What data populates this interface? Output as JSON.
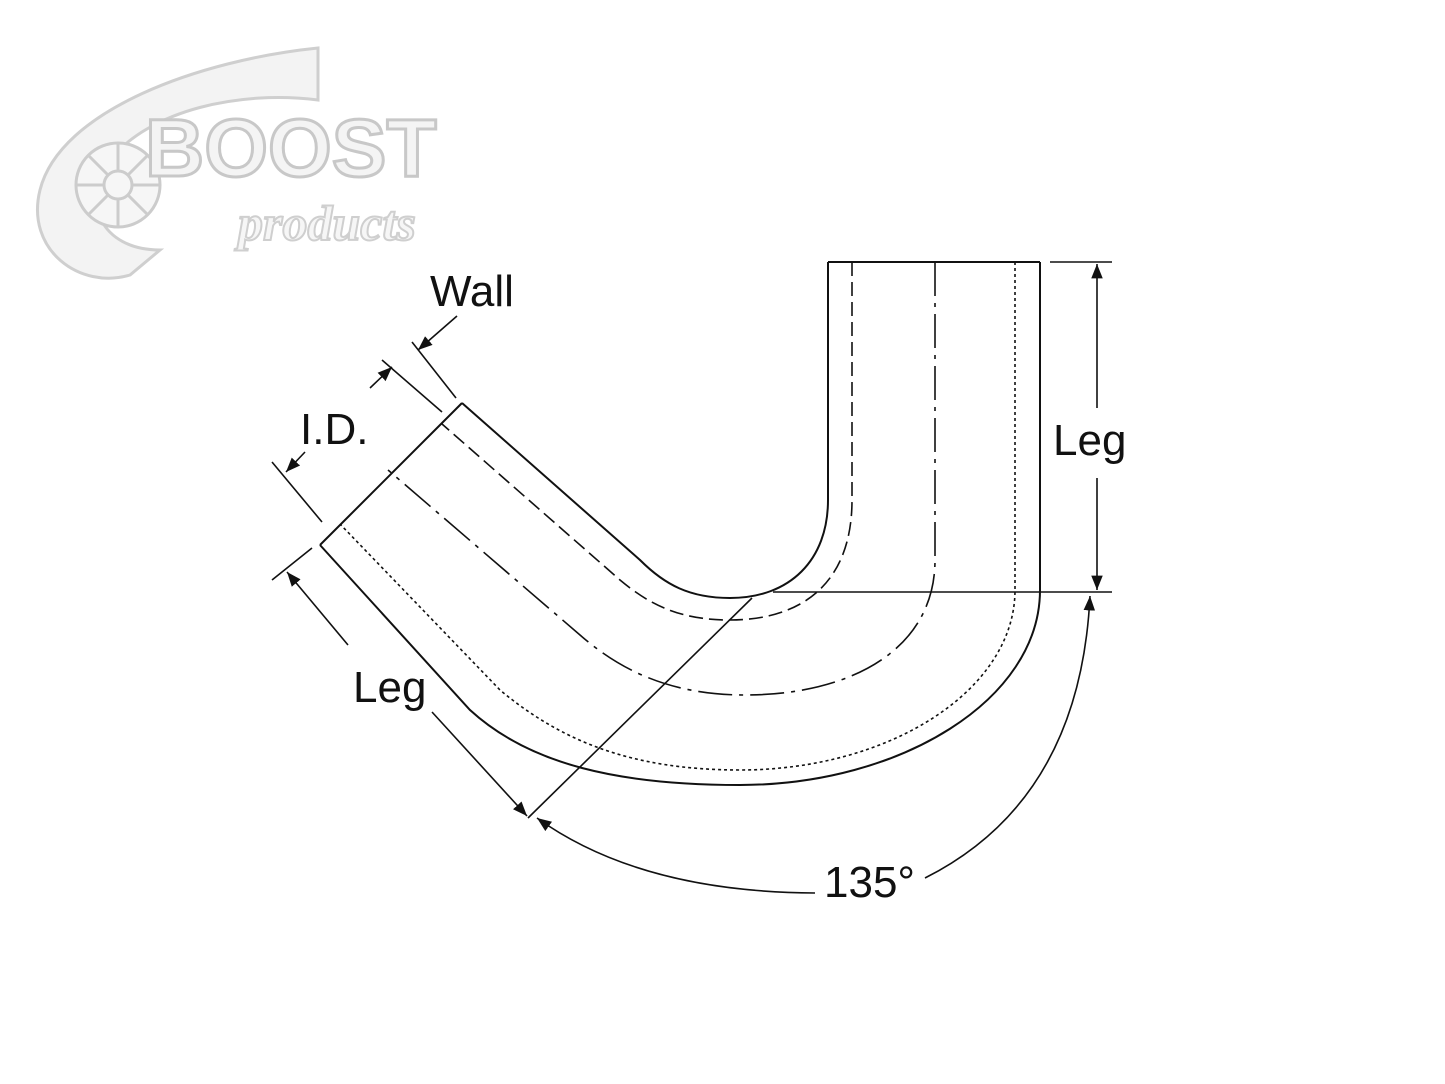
{
  "logo": {
    "line1": "BOOST",
    "line2": "products",
    "color": "#cccccc"
  },
  "labels": {
    "wall": "Wall",
    "inner_diameter": "I.D.",
    "leg_vertical": "Leg",
    "leg_diagonal": "Leg",
    "angle": "135°"
  },
  "line_color": "#111111"
}
